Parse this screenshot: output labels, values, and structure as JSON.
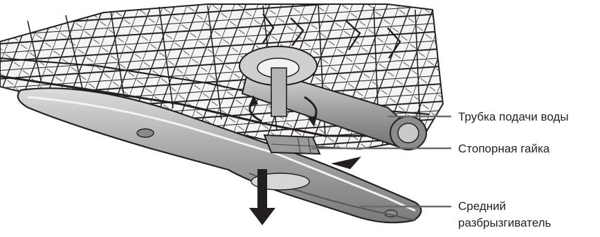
{
  "labels": {
    "water_pipe": "Трубка подачи воды",
    "lock_nut": "Стопорная гайка",
    "spray_arm_line1": "Средний",
    "spray_arm_line2": "разбрызгиватель"
  },
  "colors": {
    "line": "#231f20",
    "metal": "#9a9a9a",
    "metal_light": "#d9d9d9",
    "metal_dark": "#6e6e6e",
    "background": "#ffffff"
  },
  "icons": {
    "rotation": "rotate-arrows-icon",
    "removal": "arrow-down-icon"
  }
}
